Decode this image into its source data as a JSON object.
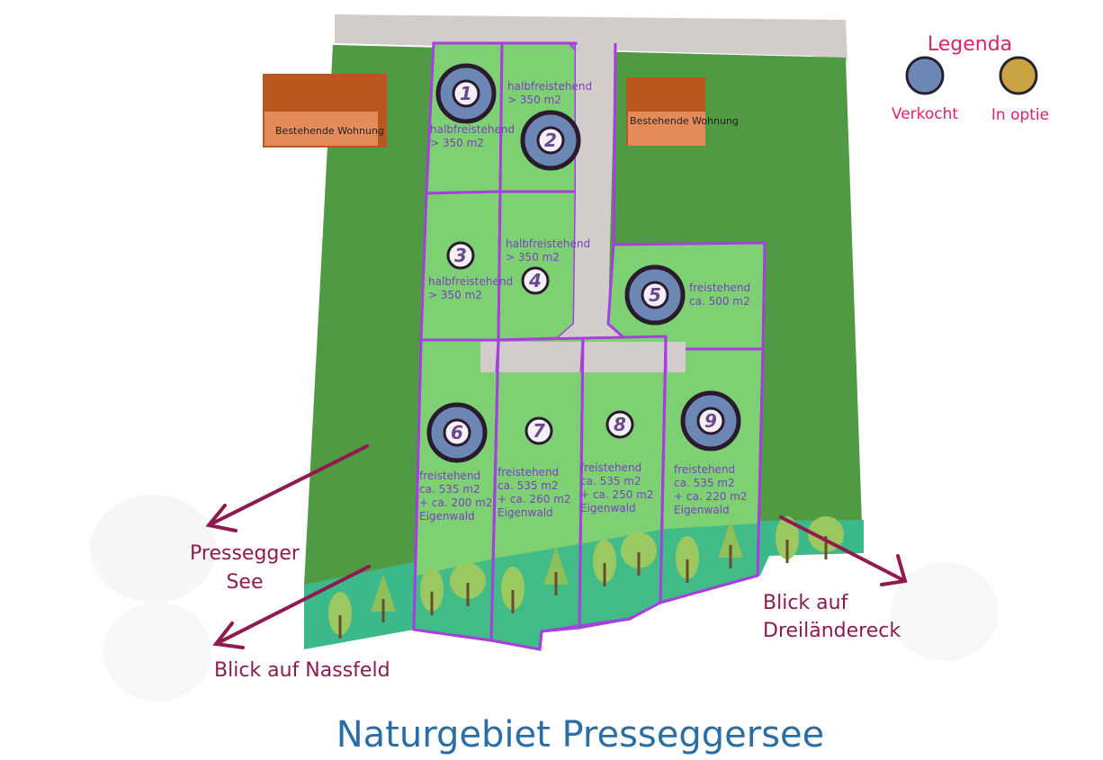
{
  "colors": {
    "sold": "#6c87b3",
    "option": "#c8a443",
    "lot_fill": "#7dd173",
    "lot_border": "#a63ee0",
    "land": "#519a44",
    "forest": "#3bb98a",
    "road": "#d2cdcb",
    "house_roof": "#b9571f",
    "house_front": "#e48b5a",
    "arrow": "#8e1a4f",
    "legend_text": "#d9236b",
    "title": "#2a6ea6",
    "direction_text": "#8e1a4f",
    "plot_text": "#7b3fc4"
  },
  "legend": {
    "title": "Legenda",
    "items": [
      {
        "label": "Verkocht",
        "status": "sold"
      },
      {
        "label": "In optie",
        "status": "option"
      }
    ]
  },
  "houses": [
    {
      "label": "Bestehende Wohnung"
    },
    {
      "label": "Bestehende Wohnung"
    }
  ],
  "lots": [
    {
      "number": "1",
      "status": "sold",
      "lines": [
        "halbfreistehend",
        "> 350 m2"
      ]
    },
    {
      "number": "2",
      "status": "sold",
      "lines": [
        "halbfreistehend",
        "> 350 m2"
      ]
    },
    {
      "number": "3",
      "status": "available",
      "lines": [
        "halbfreistehend",
        "> 350 m2"
      ]
    },
    {
      "number": "4",
      "status": "available",
      "lines": [
        "halbfreistehend",
        "> 350 m2"
      ]
    },
    {
      "number": "5",
      "status": "sold",
      "lines": [
        "freistehend",
        "ca. 500 m2"
      ]
    },
    {
      "number": "6",
      "status": "sold",
      "lines": [
        "freistehend",
        "ca. 535 m2",
        "+ ca. 200 m2",
        "Eigenwald"
      ]
    },
    {
      "number": "7",
      "status": "available",
      "lines": [
        "freistehend",
        "ca. 535 m2",
        "+ ca. 260 m2",
        "Eigenwald"
      ]
    },
    {
      "number": "8",
      "status": "available",
      "lines": [
        "freistehend",
        "ca. 535 m2",
        "+ ca. 250 m2",
        "Eigenwald"
      ]
    },
    {
      "number": "9",
      "status": "sold",
      "lines": [
        "freistehend",
        "ca. 535 m2",
        "+ ca. 220 m2",
        "Eigenwald"
      ]
    }
  ],
  "directions": [
    {
      "id": "pressegger-see",
      "lines": [
        "Pressegger",
        "See"
      ]
    },
    {
      "id": "nassfeld",
      "lines": [
        "Blick auf Nassfeld"
      ]
    },
    {
      "id": "dreilaendereck",
      "lines": [
        "Blick auf",
        "Dreiländereck"
      ]
    }
  ],
  "title": "Naturgebiet Presseggersee"
}
